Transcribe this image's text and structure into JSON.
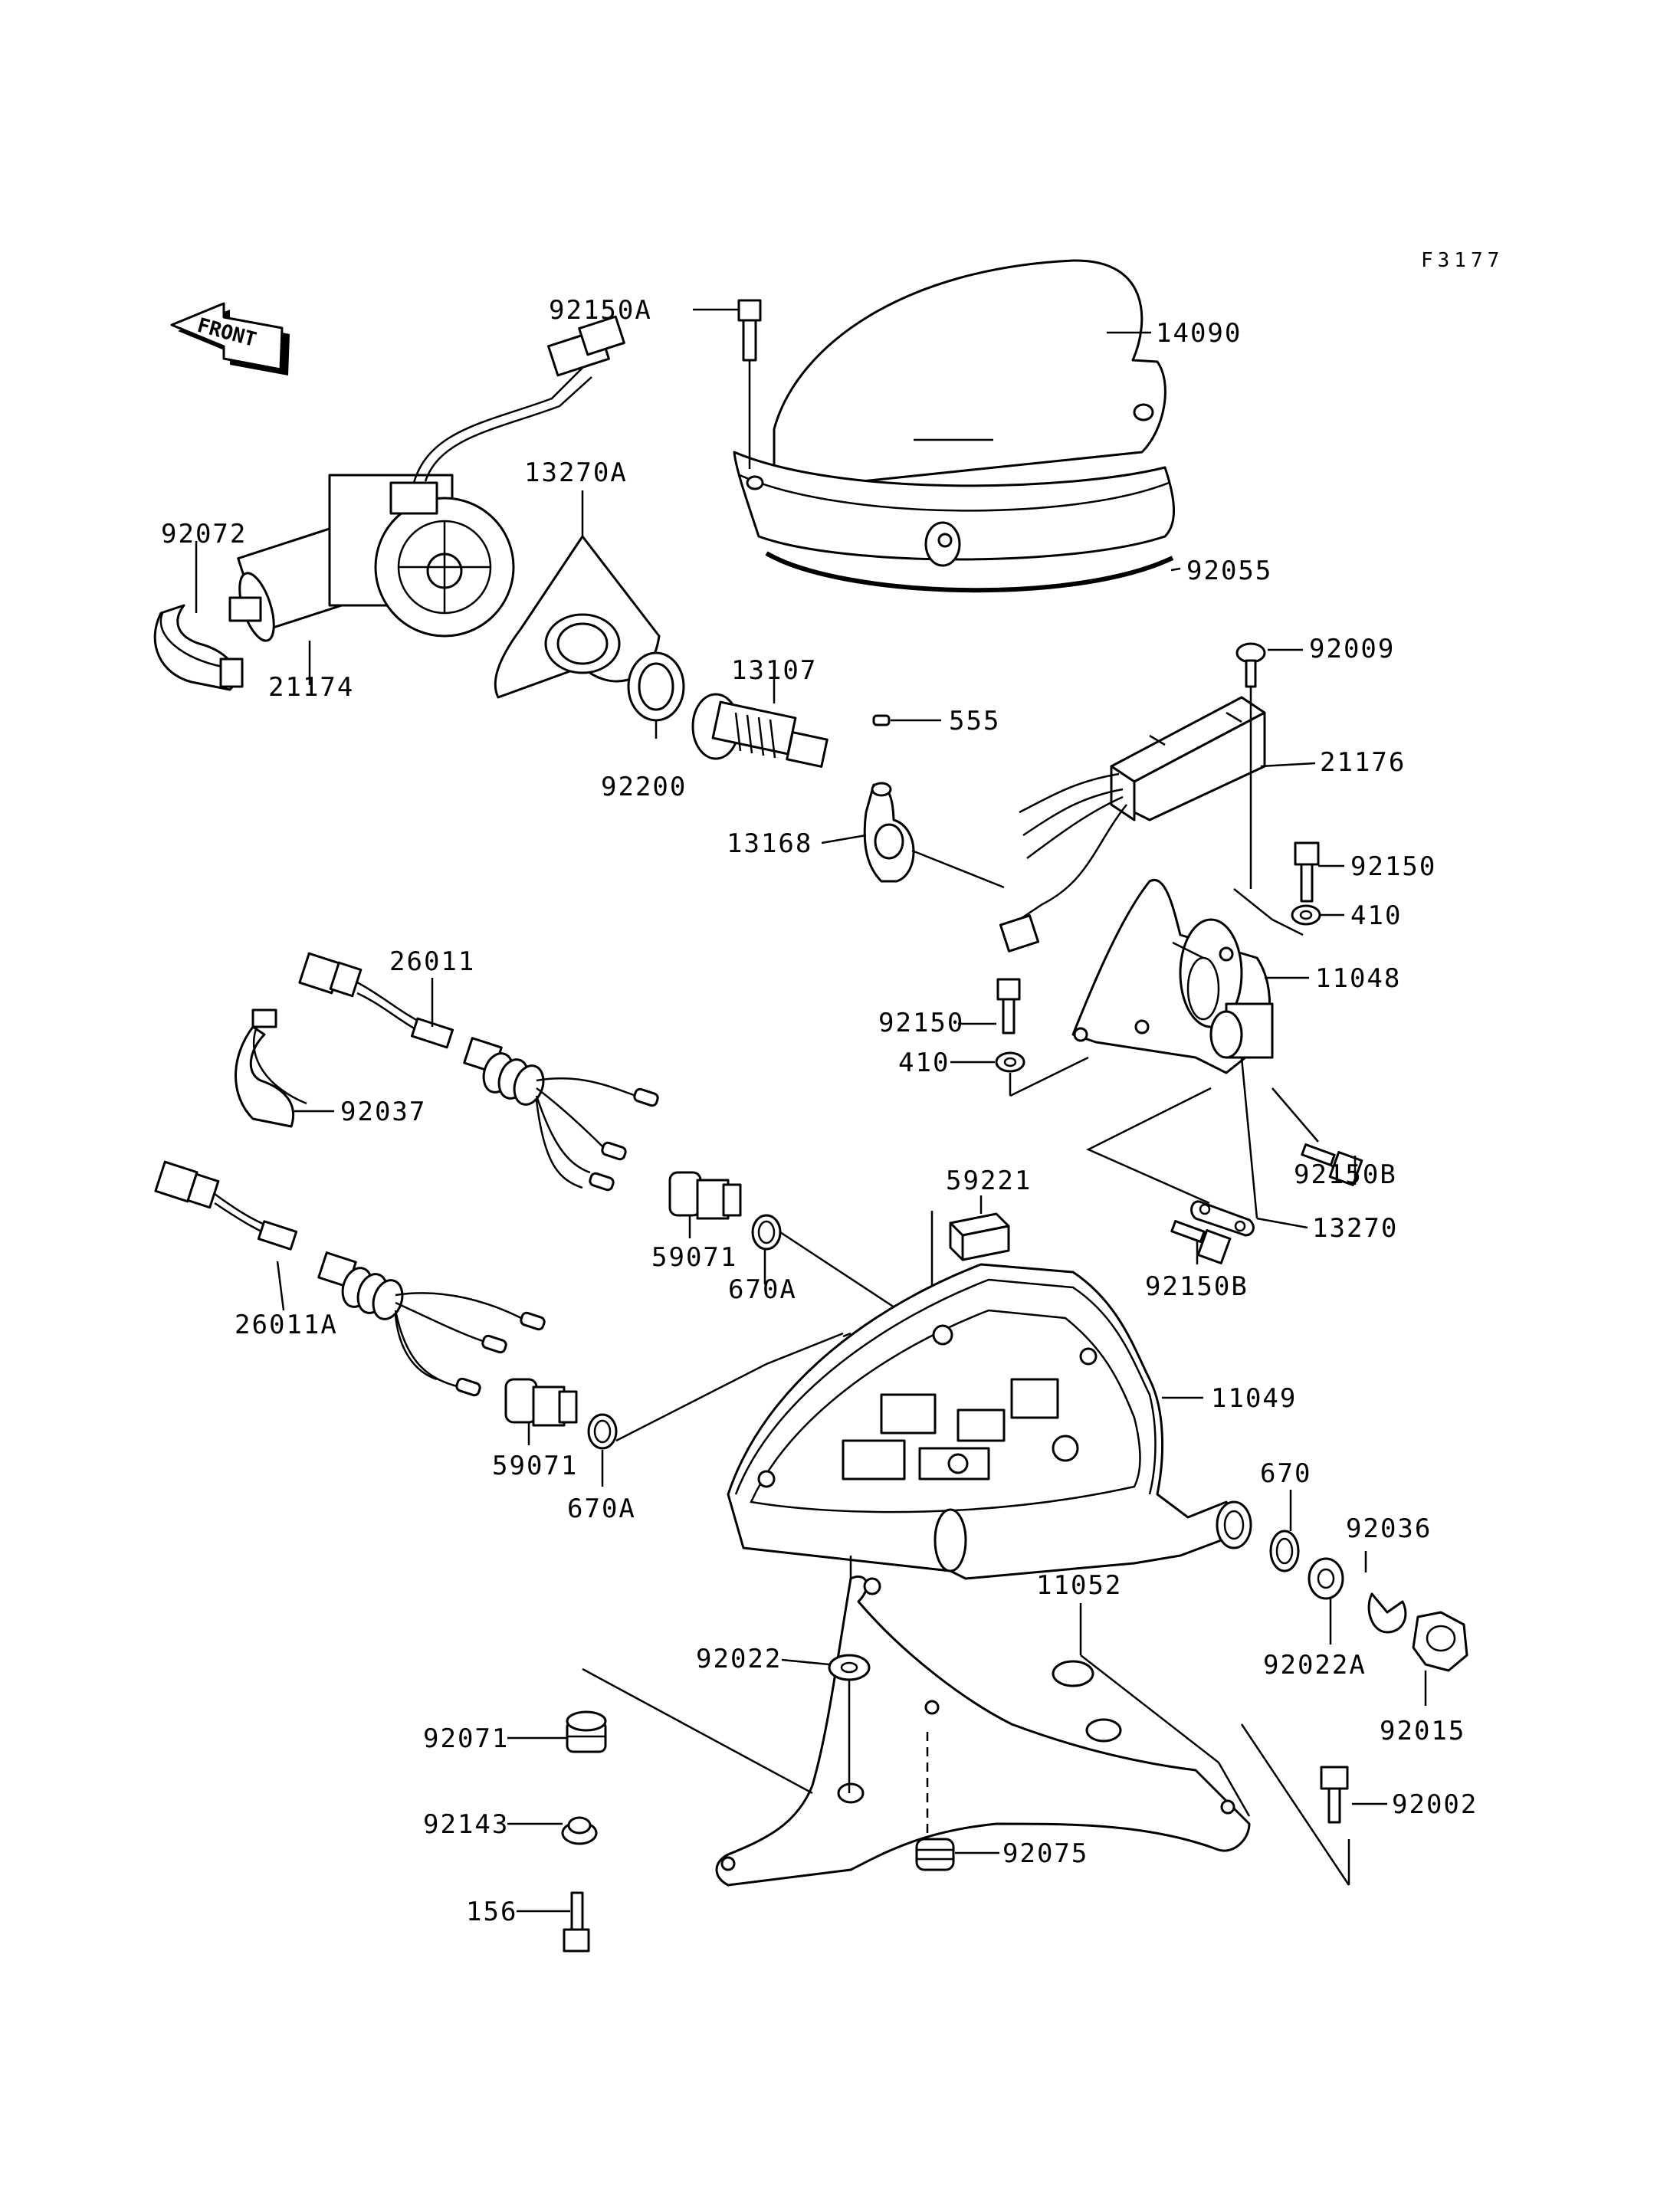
{
  "diagram": {
    "figure_code": "F3177",
    "front_label": "FRONT",
    "part_labels": {
      "p92150A": "92150A",
      "p14090": "14090",
      "p92055": "92055",
      "p13270A": "13270A",
      "p92072": "92072",
      "p21174": "21174",
      "p13107": "13107",
      "p555": "555",
      "p92200": "92200",
      "p92009": "92009",
      "p21176": "21176",
      "p13168": "13168",
      "p92150": "92150",
      "p410": "410",
      "p11048": "11048",
      "p26011": "26011",
      "p92150_2": "92150",
      "p410_2": "410",
      "p92037": "92037",
      "p92150B": "92150B",
      "p59221": "59221",
      "p13270": "13270",
      "p59071": "59071",
      "p670A": "670A",
      "p92150B_2": "92150B",
      "p26011A": "26011A",
      "p11049": "11049",
      "p59071_2": "59071",
      "p670A_2": "670A",
      "p670": "670",
      "p92036": "92036",
      "p11052": "11052",
      "p92022": "92022",
      "p92022A": "92022A",
      "p92015": "92015",
      "p92071": "92071",
      "p92002": "92002",
      "p92143": "92143",
      "p92075": "92075",
      "p156": "156"
    }
  }
}
